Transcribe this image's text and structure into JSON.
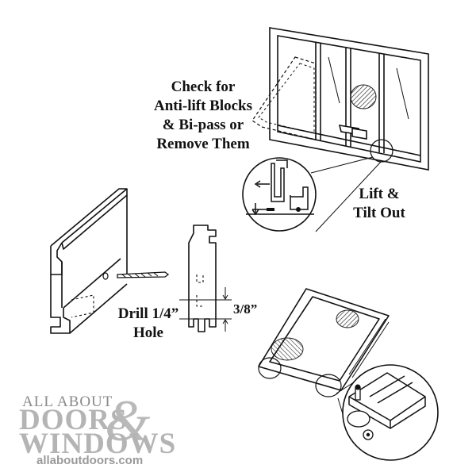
{
  "labels": {
    "check_line1": "Check for",
    "check_line2": "Anti-lift Blocks",
    "check_line3": "& Bi-pass or",
    "check_line4": "Remove Them",
    "lift_line1": "Lift &",
    "lift_line2": "Tilt Out",
    "drill_line1": "Drill 1/4”",
    "drill_line2": "Hole",
    "dimension": "3/8”"
  },
  "logo": {
    "line1": "ALL ABOUT",
    "doors": "DOORS",
    "amp": "&",
    "windows": "WINDOWS",
    "url": "allaboutdoors.com"
  },
  "colors": {
    "ink": "#111111",
    "logo_gray": "#b4b4b4",
    "logo_dark_gray": "#8a8a8a"
  }
}
